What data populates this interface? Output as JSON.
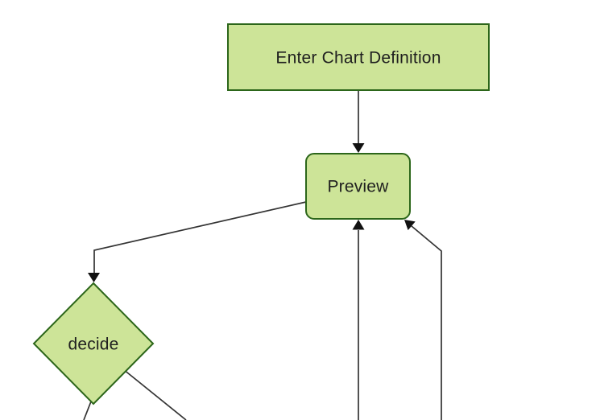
{
  "diagram": {
    "type": "flowchart",
    "direction": "top-down",
    "nodes": [
      {
        "id": "A",
        "label": "Enter Chart Definition",
        "shape": "rectangle"
      },
      {
        "id": "B",
        "label": "Preview",
        "shape": "rounded-rectangle"
      },
      {
        "id": "C",
        "label": "decide",
        "shape": "diamond"
      }
    ],
    "edges": [
      {
        "from": "Enter Chart Definition",
        "to": "Preview",
        "arrowhead": true
      },
      {
        "from": "Preview",
        "to": "decide",
        "arrowhead": true
      },
      {
        "from": "offscreen-bottom",
        "to": "Preview",
        "arrowhead": true
      },
      {
        "from": "offscreen-bottom-right",
        "to": "Preview",
        "arrowhead": true
      },
      {
        "from": "decide",
        "to": "offscreen-bottom-left",
        "arrowhead": false
      },
      {
        "from": "decide",
        "to": "offscreen-bottom",
        "arrowhead": false
      }
    ],
    "colors": {
      "background": "#ffffff",
      "node_fill": "#cde498",
      "node_border": "#2c661a",
      "edge_line": "#333333",
      "arrowhead": "#111111",
      "label_text": "#1f1f1f"
    }
  }
}
